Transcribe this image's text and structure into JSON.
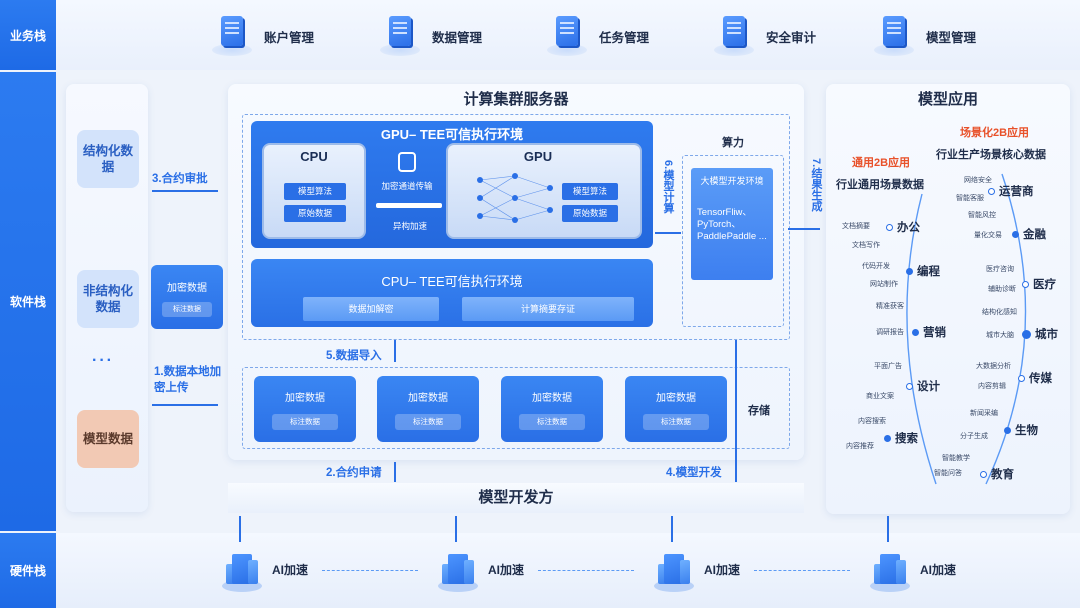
{
  "stacks": {
    "business": "业务栈",
    "software": "软件栈",
    "hardware": "硬件栈"
  },
  "business_items": [
    "账户管理",
    "数据管理",
    "任务管理",
    "安全审计",
    "模型管理"
  ],
  "left_panel": {
    "structured": "结构化数据",
    "unstructured": "非结构化数据",
    "ellipsis": "···",
    "model": "模型数据"
  },
  "encrypted_data": "加密数据",
  "label_data": "标注数据",
  "flows": {
    "f1": "1.数据本地加密上传",
    "f2": "2.合约申请",
    "f3": "3.合约审批",
    "f4": "4.模型开发",
    "f5": "5.数据导入",
    "f6": "6.模型计算",
    "f7": "7.结果生成"
  },
  "cluster": {
    "title": "计算集群服务器",
    "gpu_env": "GPU– TEE可信执行环境",
    "cpu": "CPU",
    "gpu": "GPU",
    "model_algo": "模型算法",
    "raw_data": "原始数据",
    "enc_channel": "加密通道传输",
    "hetero_accel": "异构加速",
    "cpu_env": "CPU– TEE可信执行环境",
    "data_enc": "数据加解密",
    "calc_digest": "计算摘要存证",
    "storage": "存储",
    "compute": "算力",
    "llm_env": "大模型开发环境",
    "frameworks": "TensorFliw、PyTorch、PaddlePaddle ..."
  },
  "developer": "模型开发方",
  "app": {
    "title": "模型应用",
    "scene_2b": "场景化2B应用",
    "general_2b": "通用2B应用",
    "industry_core": "行业生产场景核心数据",
    "industry_general": "行业通用场景数据",
    "left_cats": [
      {
        "name": "办公",
        "subs": [
          "文档摘要",
          "文档写作"
        ]
      },
      {
        "name": "编程",
        "subs": [
          "代码开发",
          "网站制作"
        ]
      },
      {
        "name": "营销",
        "subs": [
          "精准获客",
          "调研报告"
        ]
      },
      {
        "name": "设计",
        "subs": [
          "平面广告",
          "商业文案"
        ]
      },
      {
        "name": "搜索",
        "subs": [
          "内容搜索",
          "内容推荐"
        ]
      }
    ],
    "right_cats": [
      {
        "name": "运营商",
        "subs": [
          "网络安全",
          "智能客服"
        ]
      },
      {
        "name": "金融",
        "subs": [
          "智能风控",
          "量化交易"
        ]
      },
      {
        "name": "医疗",
        "subs": [
          "医疗咨询",
          "辅助诊断"
        ]
      },
      {
        "name": "城市",
        "subs": [
          "结构化感知",
          "城市大脑"
        ]
      },
      {
        "name": "传媒",
        "subs": [
          "大数据分析",
          "内容剪辑"
        ]
      },
      {
        "name": "生物",
        "subs": [
          "新闻采编",
          "分子生成"
        ]
      },
      {
        "name": "教育",
        "subs": [
          "智能教学",
          "智能问答"
        ]
      }
    ]
  },
  "hardware_label": "AI加速"
}
